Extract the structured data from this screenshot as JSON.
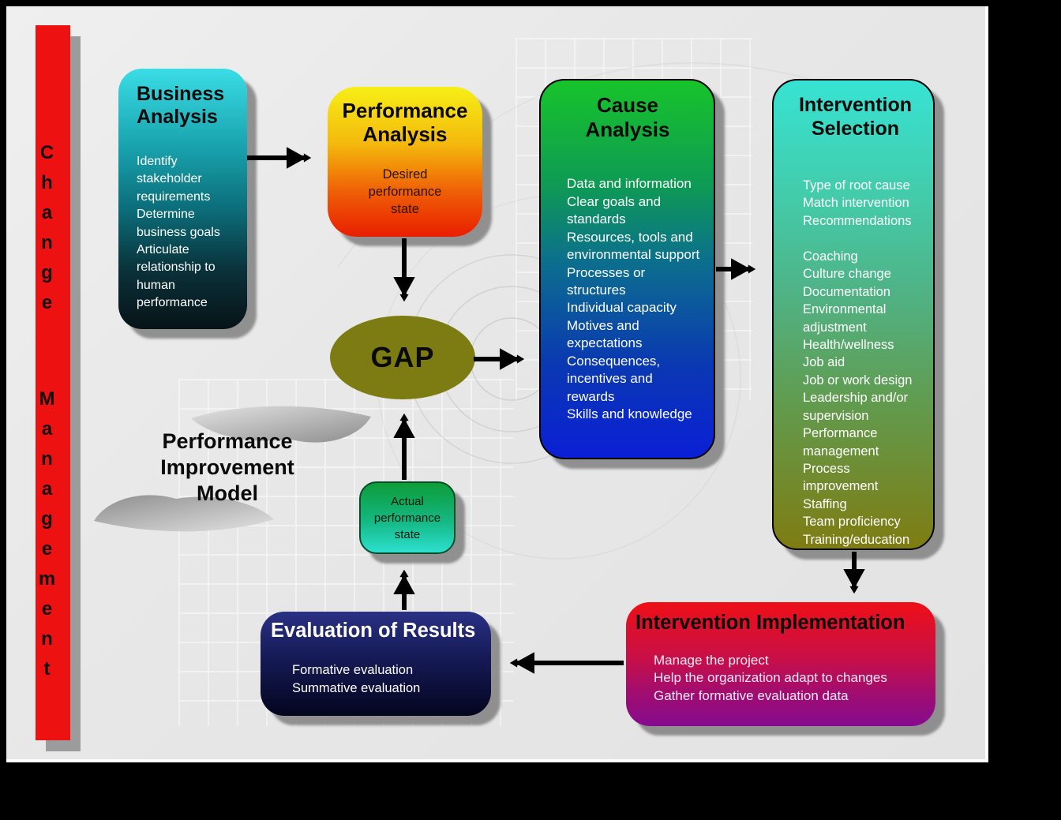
{
  "side_bar": {
    "word1": "Change",
    "word2": "Management"
  },
  "model_label": {
    "lines": [
      "Performance",
      "Improvement",
      "Model"
    ]
  },
  "gap": {
    "label": "GAP"
  },
  "boxes": {
    "business_analysis": {
      "title": "Business Analysis",
      "body": [
        "Identify stakeholder requirements",
        "Determine business goals",
        "Articulate relationship to human performance"
      ]
    },
    "performance_analysis": {
      "title": "Performance Analysis",
      "body": [
        "Desired",
        "performance",
        "state"
      ]
    },
    "cause_analysis": {
      "title": "Cause Analysis",
      "body": [
        "Data and information",
        "Clear goals and standards",
        "Resources, tools and environmental support",
        "Processes or structures",
        "Individual capacity",
        "Motives and expectations",
        "Consequences, incentives and rewards",
        "Skills and knowledge"
      ]
    },
    "intervention_selection": {
      "title": "Intervention Selection",
      "body": [
        "Type of root cause",
        "Match intervention",
        "Recommendations",
        "",
        "Coaching",
        "Culture change",
        "Documentation",
        "Environmental adjustment",
        "Health/wellness",
        "Job aid",
        "Job or work design",
        "Leadership and/or supervision",
        "Performance management",
        "Process improvement",
        "Staffing",
        "Team proficiency",
        "Training/education"
      ]
    },
    "actual_state": {
      "body": [
        "Actual",
        "performance",
        "state"
      ]
    },
    "evaluation_of_results": {
      "title": "Evaluation of Results",
      "body": [
        "Formative evaluation",
        "Summative evaluation"
      ]
    },
    "intervention_implementation": {
      "title": "Intervention Implementation",
      "body": [
        "Manage the project",
        "Help the organization adapt to changes",
        "Gather formative evaluation data"
      ]
    }
  },
  "colors": {
    "frame": "#000000",
    "page_background": "#e7e7e7",
    "change_bar_red": "#ee1111",
    "gap_olive": "#7d7c12",
    "business_gradient": [
      "#3adde6",
      "#0b6b77",
      "#071317"
    ],
    "performance_gradient": [
      "#f6ef16",
      "#e91e00"
    ],
    "cause_gradient": [
      "#17c42a",
      "#0c6f8e",
      "#0b1fd6"
    ],
    "selection_gradient": [
      "#37e3d3",
      "#4fb386",
      "#7f7c12"
    ],
    "actual_gradient": [
      "#0d9c38",
      "#2de0cf"
    ],
    "evaluation_gradient": [
      "#2a3184",
      "#04051f"
    ],
    "implementation_gradient": [
      "#ee0f16",
      "#850b8e"
    ],
    "arrow": "#000000"
  }
}
